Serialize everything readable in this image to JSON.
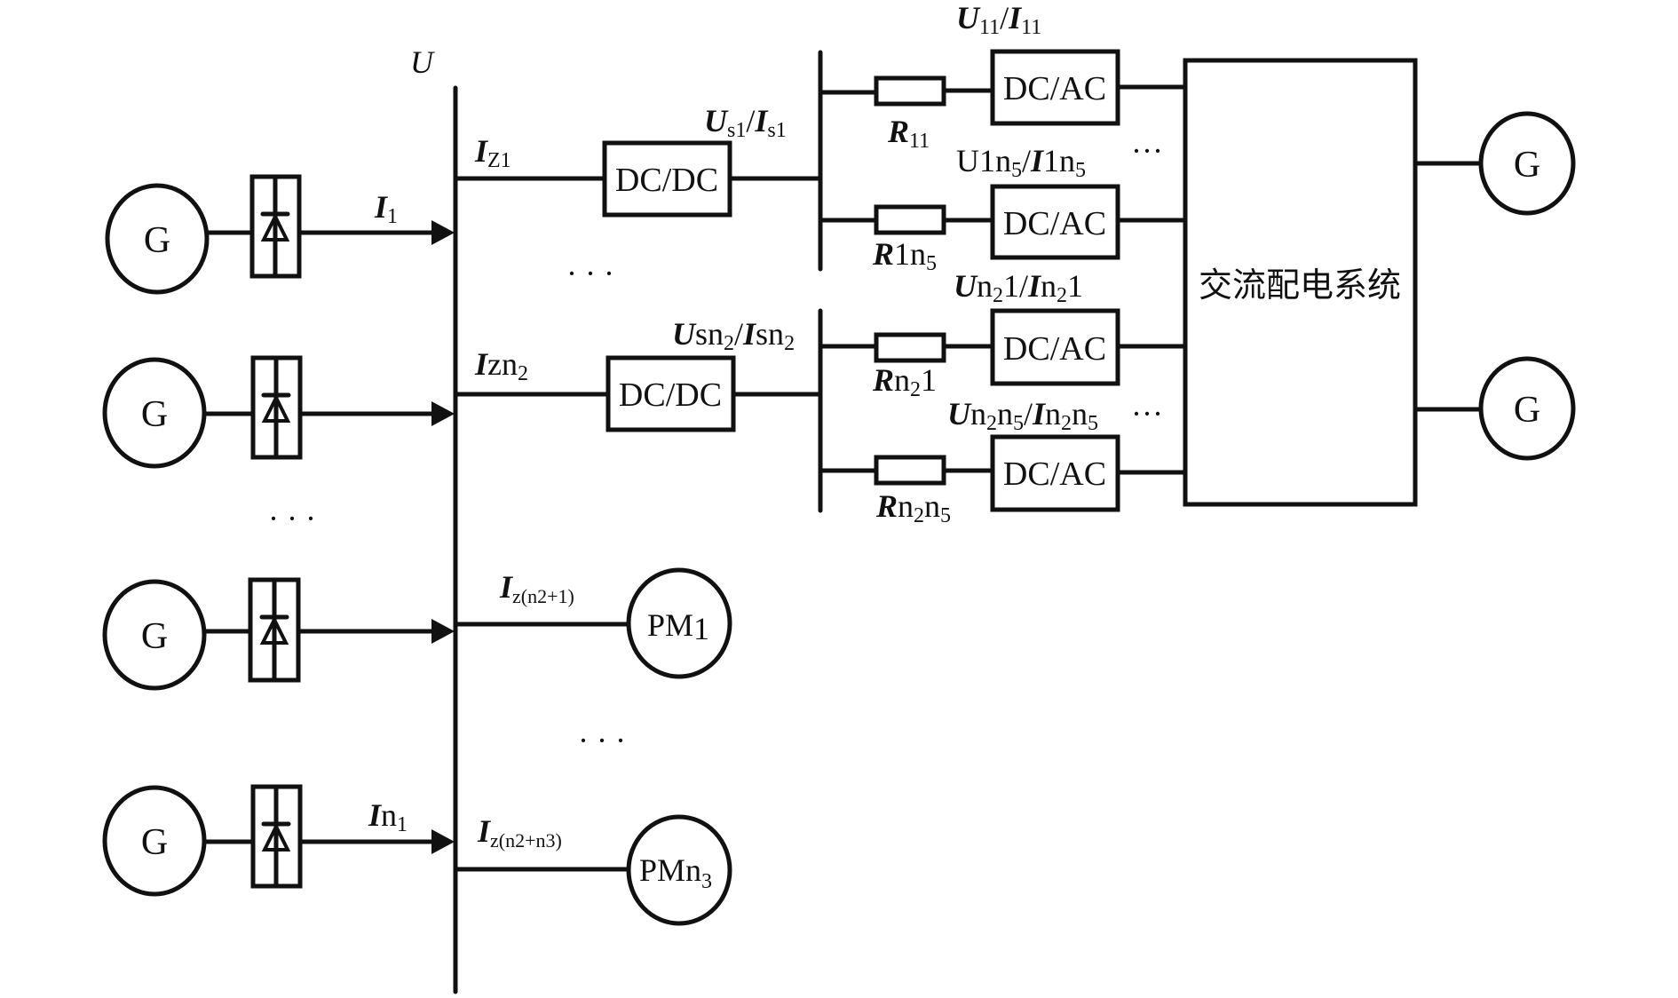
{
  "diagram": {
    "bus_label": "U",
    "ac_system_label": "交流配电系统",
    "generator_label": "G",
    "dcdc_label": "DC/DC",
    "dcac_label": "DC/AC",
    "ellipsis": "· · ·",
    "ellipsis_small": "···",
    "generator_currents": [
      {
        "main": "I",
        "sub": "1"
      },
      {
        "main": "I",
        "sub": "n",
        "subsub": "1"
      }
    ],
    "dcdc_branches": [
      {
        "current_main": "I",
        "current_sub": "Z1",
        "out_u": "U",
        "out_u_sub": "s1",
        "out_i": "I",
        "out_i_sub": "s1"
      },
      {
        "current_main": "I",
        "current_text": "zn",
        "current_sub": "2",
        "out_u": "U",
        "out_u_text": "sn",
        "out_u_sub": "2",
        "out_i": "I",
        "out_i_text": "sn",
        "out_i_sub": "2"
      }
    ],
    "inverter_rows": [
      {
        "ui_label": {
          "u": "U",
          "u_sub": "11",
          "i": "I",
          "i_sub": "11"
        },
        "r_label": {
          "r": "R",
          "r_sub": "11"
        }
      },
      {
        "ui_label": {
          "u": "U1n",
          "u_sub": "5",
          "i": "I",
          "i_text": "1n",
          "i_sub": "5"
        },
        "r_label": {
          "r": "R",
          "r_text": "1n",
          "r_sub": "5"
        }
      },
      {
        "ui_label": {
          "u": "U",
          "u_text": "n",
          "u_sub": "2",
          "u_tail": "1",
          "i": "I",
          "i_text": "n",
          "i_sub": "2",
          "i_tail": "1"
        },
        "r_label": {
          "r": "R",
          "r_text": "n",
          "r_sub": "2",
          "r_tail": "1"
        }
      },
      {
        "ui_label": {
          "u": "U",
          "u_text": "n",
          "u_sub": "2",
          "u_tail": "n",
          "u_tail_sub": "5",
          "i": "I",
          "i_text": "n",
          "i_sub": "2",
          "i_tail": "n",
          "i_tail_sub": "5"
        },
        "r_label": {
          "r": "R",
          "r_text": "n",
          "r_sub": "2",
          "r_tail": "n",
          "r_tail_sub": "5"
        }
      }
    ],
    "motors": [
      {
        "label": "PM",
        "label_sub": "1",
        "current_main": "I",
        "current_sub": "z(n2+1)"
      },
      {
        "label": "PMn",
        "label_sub": "3",
        "current_main": "I",
        "current_sub": "z(n2+n3)"
      }
    ]
  }
}
